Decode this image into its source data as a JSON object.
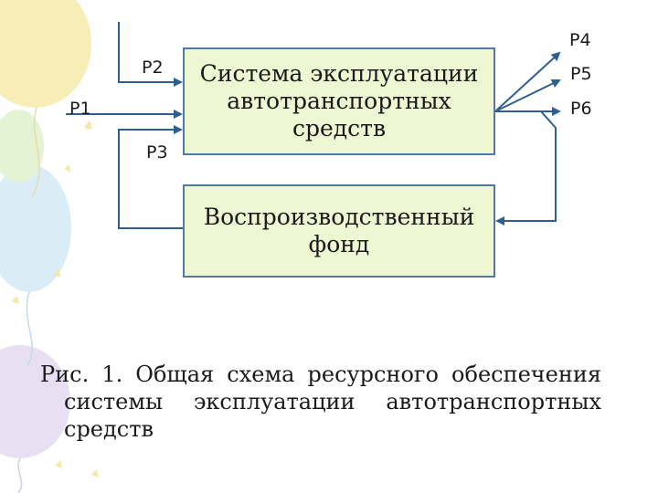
{
  "diagram": {
    "inputs": {
      "p1": "Р1",
      "p2": "Р2",
      "p3": "Р3"
    },
    "outputs": {
      "p4": "Р4",
      "p5": "Р5",
      "p6": "Р6"
    },
    "system_box": {
      "line1": "Система эксплуатации",
      "line2": "автотранспортных",
      "line3": "средств"
    },
    "fund_box": {
      "line1": "Воспроизводственный",
      "line2": "фонд"
    }
  },
  "caption": {
    "line1": "Рис. 1. Общая схема ресурсного обеспечения",
    "line2": "системы эксплуатации автотранспортных",
    "line3": "средств"
  },
  "colors": {
    "box_fill": "#eef7d2",
    "box_border": "#4f7aa6",
    "arrow": "#2e5f8f",
    "balloon_yellow": "#f7ecb0",
    "balloon_blue": "#d6ecf6",
    "balloon_purple": "#e6dcf2",
    "balloon_green": "#e2f2cf"
  }
}
